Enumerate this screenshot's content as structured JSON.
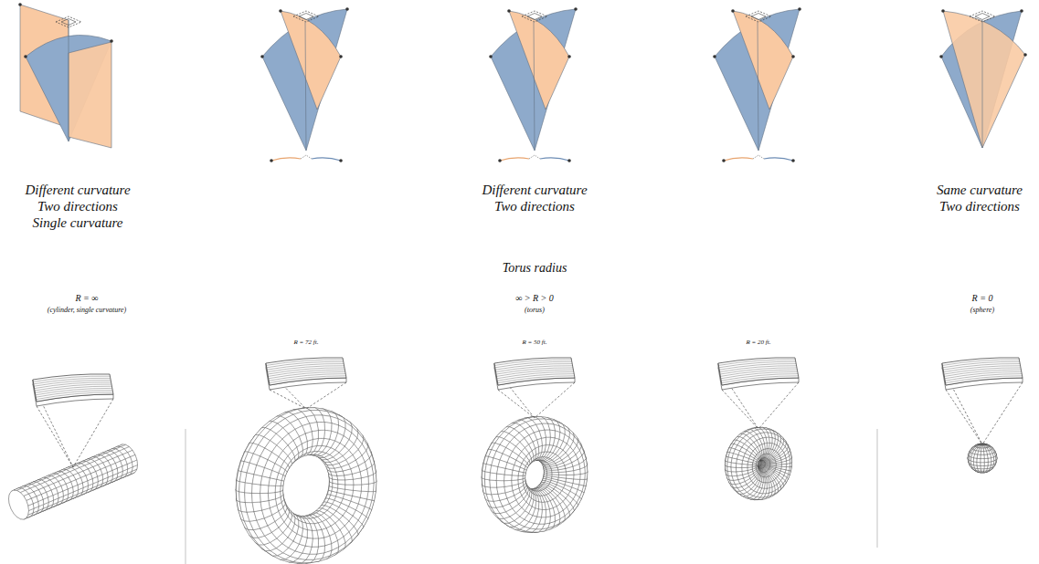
{
  "diagram": {
    "labels": [
      "Different curvature",
      "Two directions",
      "Single curvature",
      "Different curvature",
      "Two directions",
      "Same curvature",
      "Two directions",
      "Torus radius",
      "R = ∞",
      "(cylinder, single curvature)",
      "R = 72 ft.",
      "∞ > R > 0",
      "(torus)",
      "R = 50 ft.",
      "R = 20 ft.",
      "R = 0",
      "(sphere)"
    ]
  }
}
